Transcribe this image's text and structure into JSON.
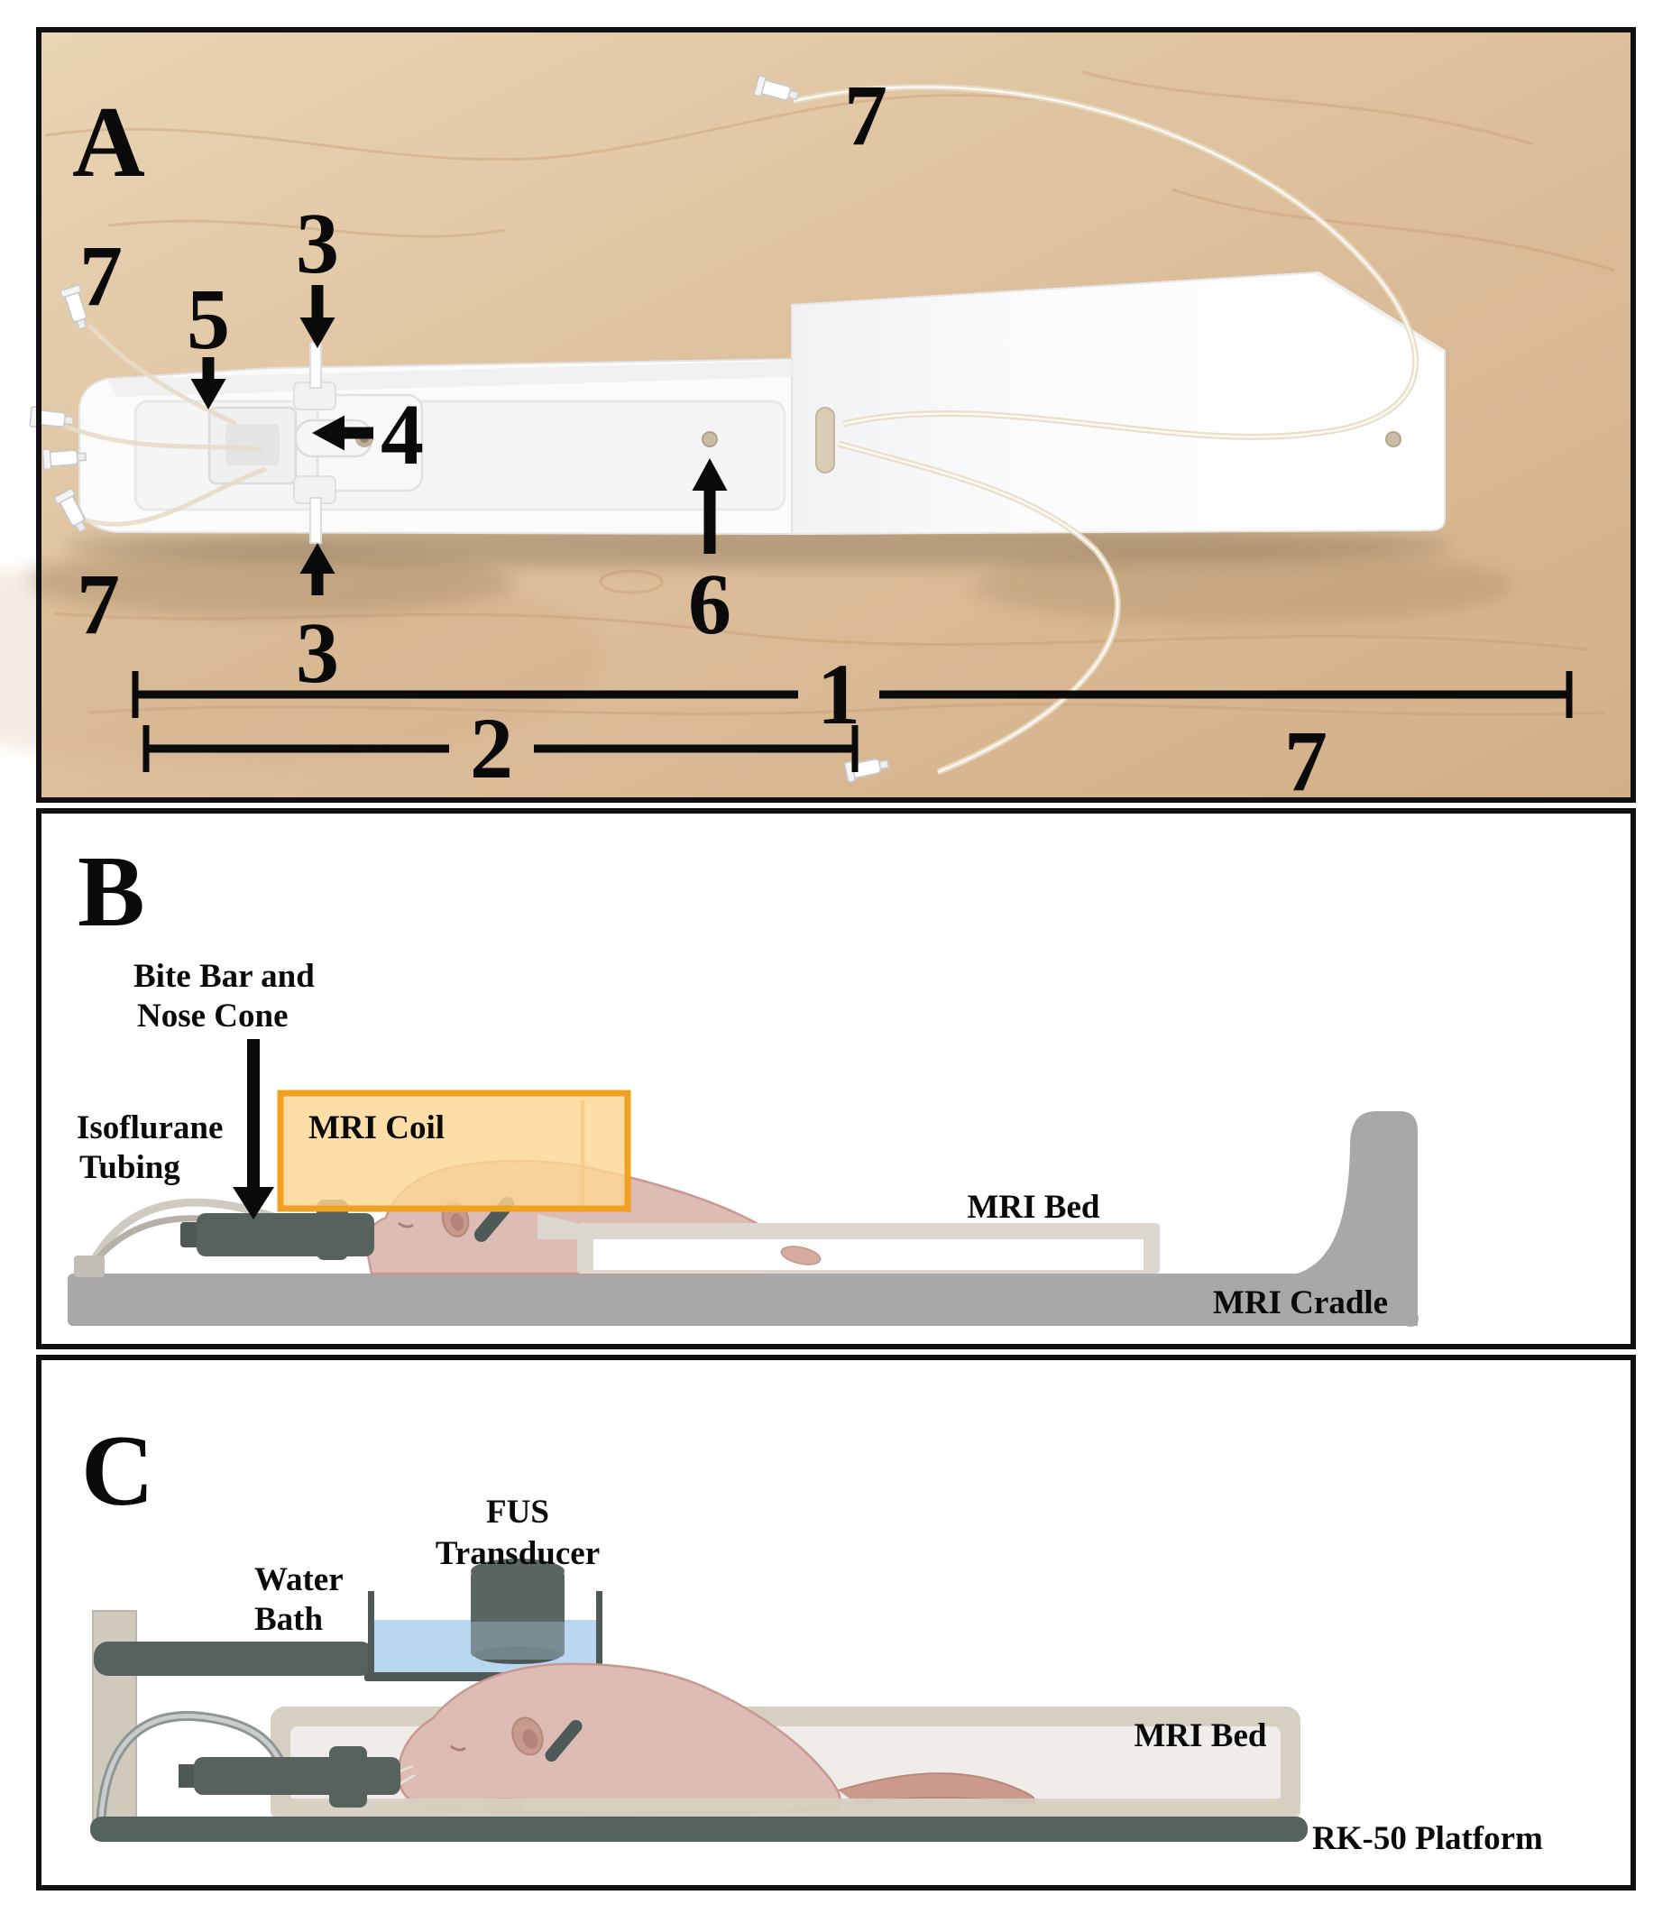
{
  "figure": {
    "type": "three-panel scientific figure: MRI/FUS rodent bed",
    "panels": [
      "A",
      "B",
      "C"
    ]
  },
  "panel_a": {
    "label": "A",
    "description_numbers": [
      "1",
      "2",
      "3",
      "4",
      "5",
      "6",
      "7"
    ],
    "n7_top_left": "7",
    "n3_top": "3",
    "n5": "5",
    "n4": "4",
    "n7_top_right": "7",
    "n7_left": "7",
    "n3_bottom": "3",
    "n6": "6",
    "n1": "1",
    "n2": "2",
    "n7_bottom_right": "7"
  },
  "panel_b": {
    "label": "B",
    "bite_bar_line1": "Bite Bar and",
    "bite_bar_line2": "Nose Cone",
    "isoflurane_line1": "Isoflurane",
    "isoflurane_line2": "Tubing",
    "mri_coil": "MRI Coil",
    "mri_bed": "MRI Bed",
    "mri_cradle": "MRI Cradle"
  },
  "panel_c": {
    "label": "C",
    "fus_line1": "FUS",
    "fus_line2": "Transducer",
    "water_line1": "Water",
    "water_line2": "Bath",
    "mri_bed": "MRI Bed",
    "platform": "RK-50 Platform"
  },
  "colors": {
    "wood": "#ddbf9c",
    "wood_grain": "#c1946a",
    "device_white": "#fbfbfb",
    "coil_fill": "#fcd794",
    "coil_border": "#f1a122",
    "rat_body": "#dcbcb4",
    "rat_outline": "#c9998e",
    "slate_dark": "#57625f",
    "cradle_gray": "#a8a8a8",
    "bed_tan": "#d6d0c3",
    "bed_inner": "#efece9",
    "water_blue": "#b9d8ef",
    "gel_blue": "#94a6da",
    "annotation_black": "#0a0a0a"
  }
}
